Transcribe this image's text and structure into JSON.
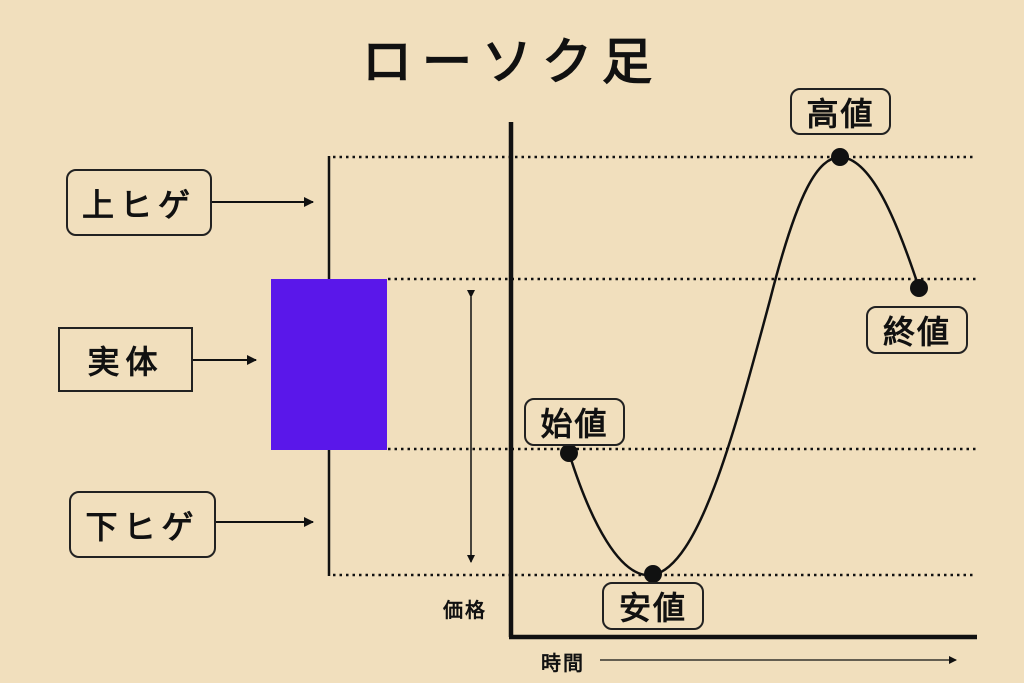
{
  "title": "ローソク足",
  "labels": {
    "upper_wick": "上ヒゲ",
    "body": "実体",
    "lower_wick": "下ヒゲ",
    "price_axis": "価格",
    "time_axis": "時間",
    "open": "始値",
    "low": "安値",
    "high": "高値",
    "close": "終値"
  },
  "colors": {
    "background": "#f1dfbd",
    "candle_body": "#5a17ea",
    "ink": "#111111"
  }
}
